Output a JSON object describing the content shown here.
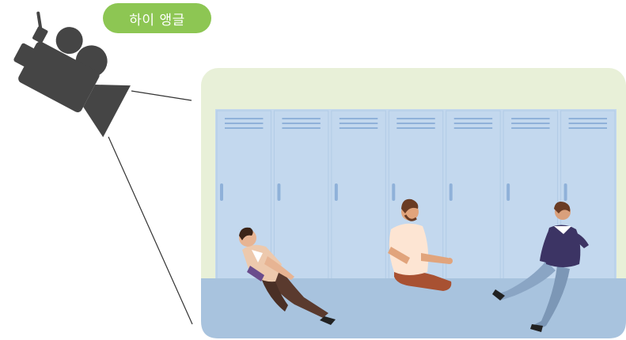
{
  "badge": {
    "label": "하이 앵글",
    "color": "#8dc653"
  },
  "colors": {
    "camera": "#454545",
    "panel_bg": "#e8f0d8",
    "lockers": "#c3d8ee",
    "locker_lines": "#8fb1d9",
    "floor": "#a8c3de"
  },
  "icons": {
    "camera": "movie-camera-icon"
  },
  "scene": {
    "locker_count": 7,
    "people_count": 3
  }
}
